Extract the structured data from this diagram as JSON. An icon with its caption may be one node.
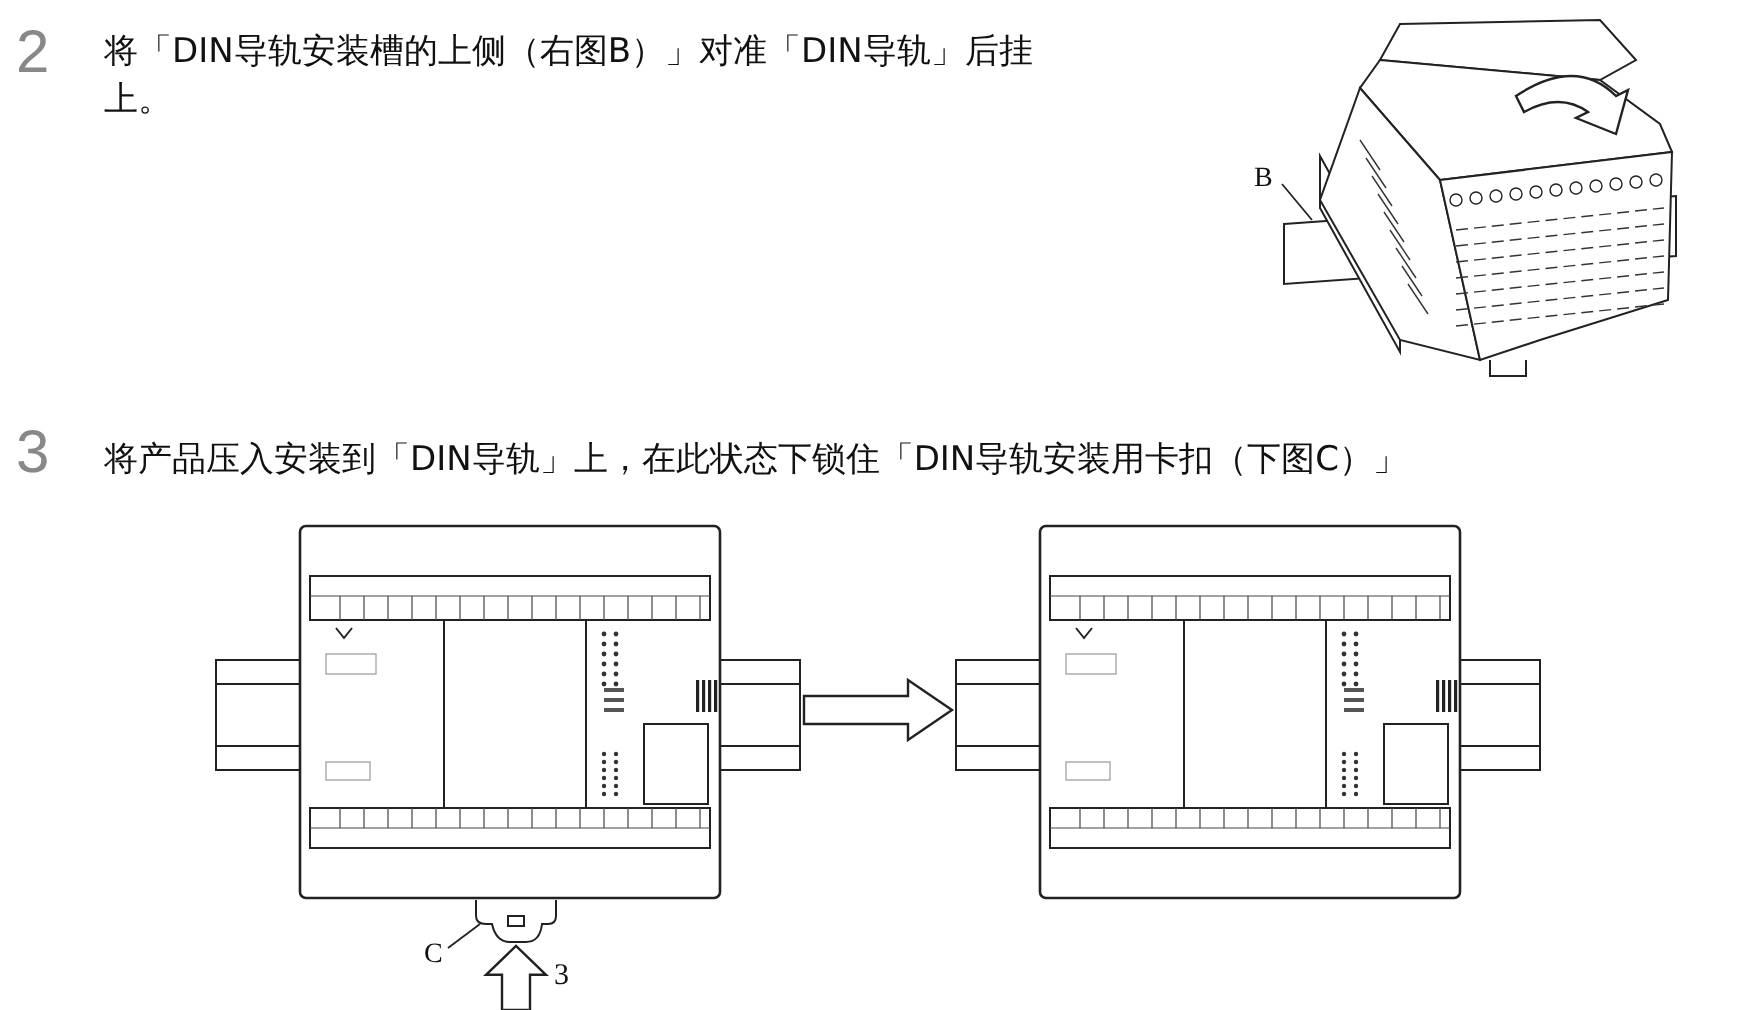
{
  "diagram": {
    "nodes": [
      {
        "text": [
          "B"
        ]
      },
      {
        "text": [],
        "shape": "picture"
      },
      {
        "text": [],
        "shape": "picture"
      },
      {
        "text": [],
        "shape": "picture"
      },
      {
        "text": [
          "C"
        ]
      },
      {
        "text": [],
        "shape": "picture"
      }
    ],
    "edges": [
      {
        "from": 0,
        "to": 1,
        "arrow": "none"
      },
      {
        "from": 4,
        "to": 3,
        "arrow": "none"
      },
      {
        "from": 2,
        "to": 5,
        "arrow": "to"
      },
      {
        "from": null,
        "to": 3,
        "arrow": "to",
        "label": "3"
      }
    ],
    "labels": [
      "2",
      "将「DIN导轨安装槽的上侧（右图B）」对准「DIN导轨」后挂上。",
      "3",
      "将产品压入安装到「DIN导轨」上，在此状态下锁住「DIN导轨安装用卡扣（下图C）」"
    ]
  }
}
